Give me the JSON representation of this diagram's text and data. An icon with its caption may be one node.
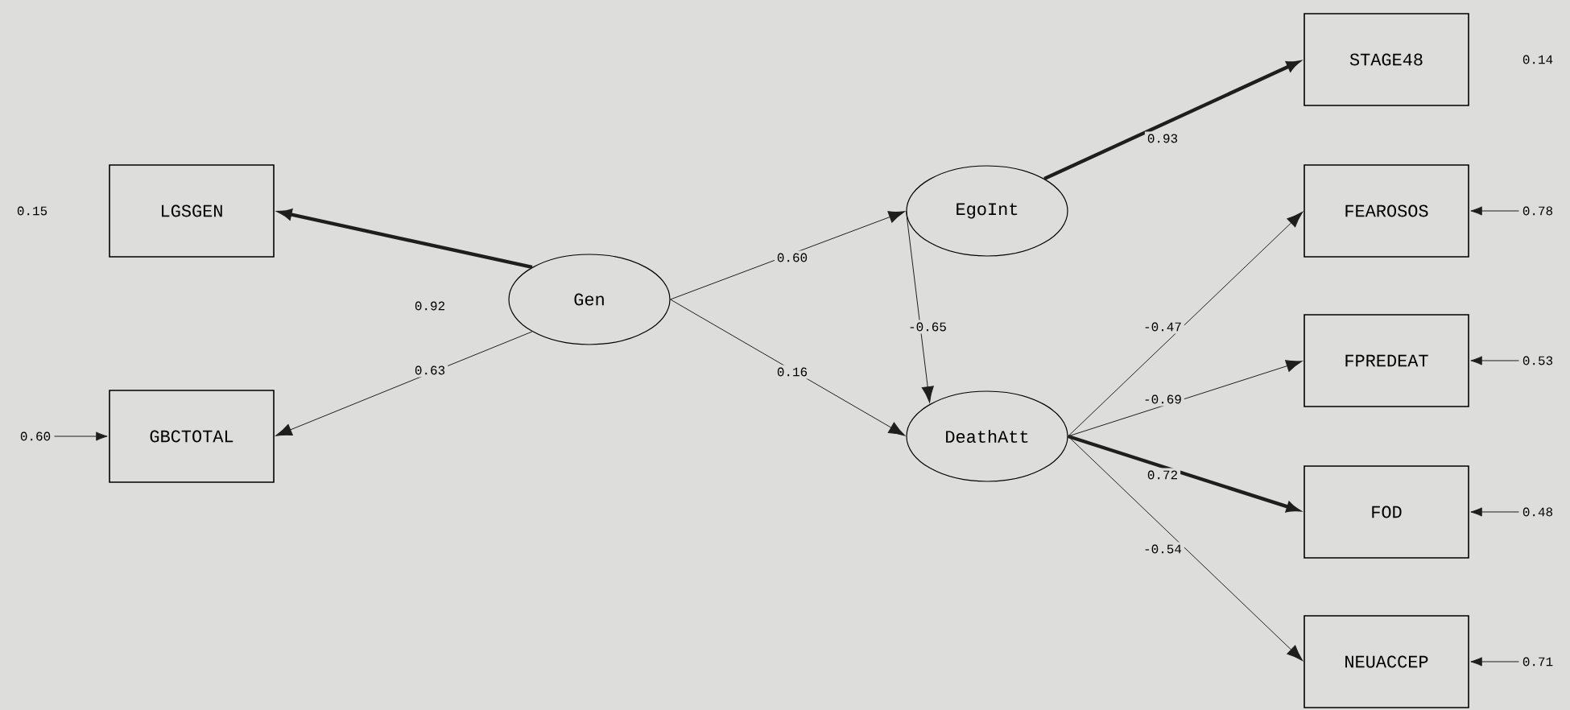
{
  "diagram": {
    "nodes": [
      {
        "text": [
          "LGSGEN"
        ]
      },
      {
        "text": [
          "GBCTOTAL"
        ]
      },
      {
        "text": [
          "Gen"
        ]
      },
      {
        "text": [
          "EgoInt"
        ]
      },
      {
        "text": [
          "DeathAtt"
        ]
      },
      {
        "text": [
          "STAGE48"
        ]
      },
      {
        "text": [
          "FEAROSOS"
        ]
      },
      {
        "text": [
          "FPREDEAT"
        ]
      },
      {
        "text": [
          "FOD"
        ]
      },
      {
        "text": [
          "NEUACCEP"
        ]
      },
      {
        "text": [
          "0.60"
        ]
      },
      {
        "text": [
          "0.78"
        ]
      },
      {
        "text": [
          "0.53"
        ]
      },
      {
        "text": [
          "0.48"
        ]
      },
      {
        "text": [
          "0.71"
        ]
      }
    ],
    "edges": [
      {
        "from": 2,
        "to": 0,
        "arrow": "to",
        "label": "0.92",
        "style": "thick"
      },
      {
        "from": 2,
        "to": 1,
        "arrow": "to",
        "label": "0.63"
      },
      {
        "from": 2,
        "to": 3,
        "arrow": "to",
        "label": "0.60"
      },
      {
        "from": 2,
        "to": 4,
        "arrow": "to",
        "label": "0.16"
      },
      {
        "from": 3,
        "to": 4,
        "arrow": "to",
        "label": "-0.65"
      },
      {
        "from": 3,
        "to": 5,
        "arrow": "to",
        "label": "0.93",
        "style": "thick"
      },
      {
        "from": 4,
        "to": 6,
        "arrow": "to",
        "label": "-0.47"
      },
      {
        "from": 4,
        "to": 7,
        "arrow": "to",
        "label": "-0.69"
      },
      {
        "from": 4,
        "to": 8,
        "arrow": "to",
        "label": "0.72",
        "style": "thick"
      },
      {
        "from": 4,
        "to": 9,
        "arrow": "to",
        "label": "-0.54"
      },
      {
        "from": 10,
        "to": 1,
        "arrow": "to"
      },
      {
        "from": 11,
        "to": 6,
        "arrow": "to"
      },
      {
        "from": 12,
        "to": 7,
        "arrow": "to"
      },
      {
        "from": 13,
        "to": 8,
        "arrow": "to"
      },
      {
        "from": 14,
        "to": 9,
        "arrow": "to"
      }
    ],
    "labels": [
      "0.14",
      "0.15"
    ]
  }
}
